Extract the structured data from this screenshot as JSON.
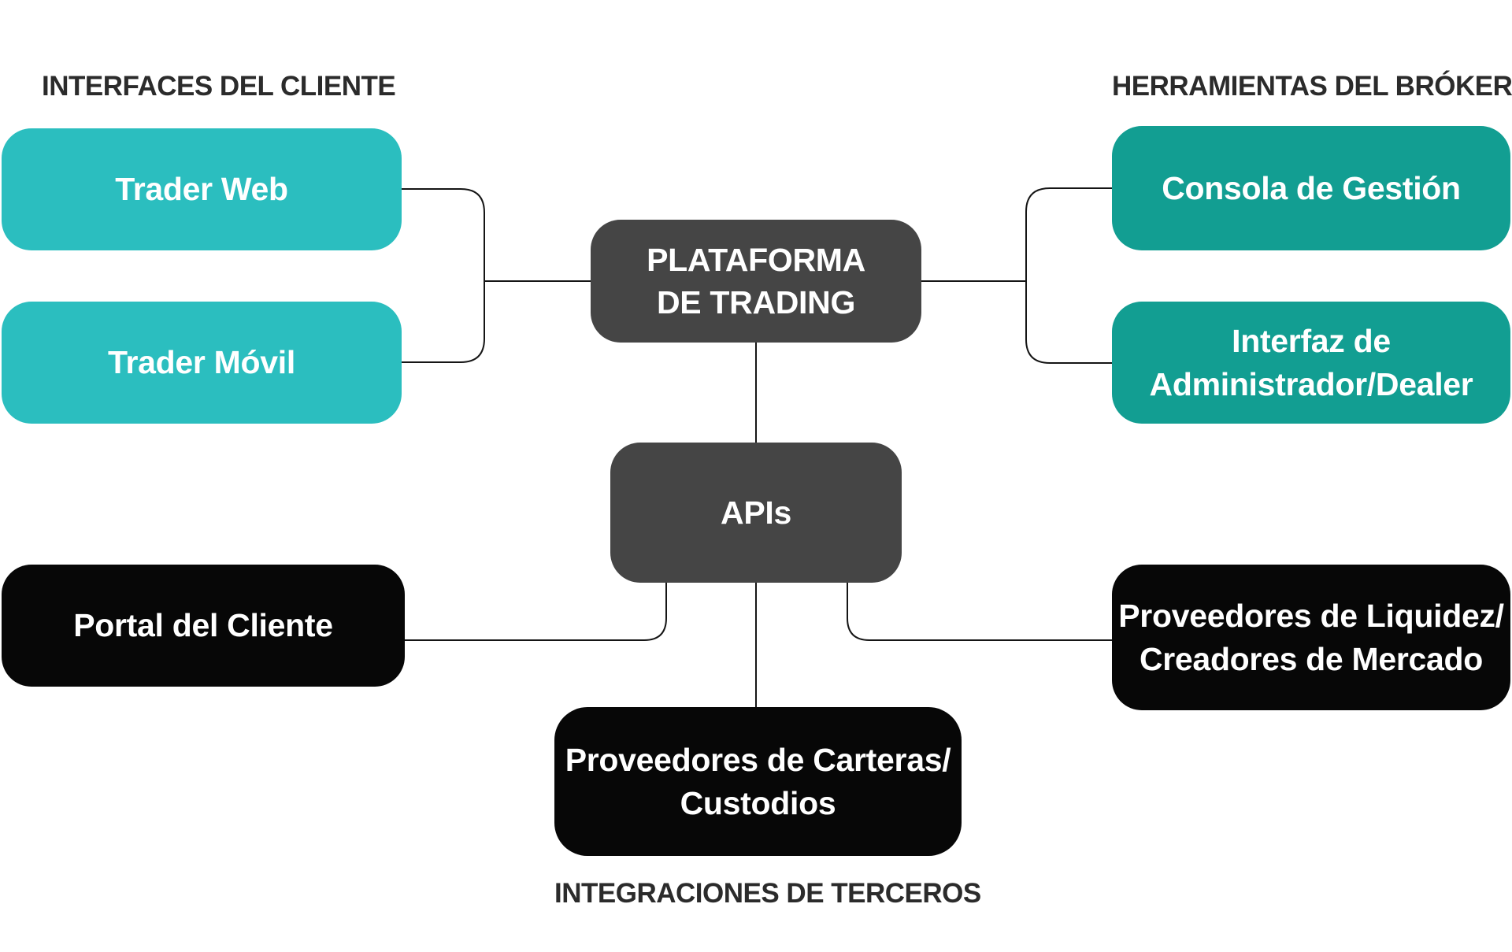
{
  "palette": {
    "client_interface_fill": "#2BBEBF",
    "broker_tool_fill": "#129E92",
    "platform_fill": "#454545",
    "integration_fill": "#070707",
    "node_text": "#FFFFFF",
    "section_label_text": "#2B2B2B",
    "connector_stroke": "#151515",
    "background": "#FFFFFF"
  },
  "section_labels": {
    "client_interfaces": "INTERFACES DEL CLIENTE",
    "broker_tools": "HERRAMIENTAS DEL BRÓKER",
    "third_party_integrations": "INTEGRACIONES DE TERCEROS"
  },
  "nodes": {
    "trader_web": "Trader Web",
    "trader_movil": "Trader Móvil",
    "trading_platform": "PLATAFORMA\nDE TRADING",
    "management_console": "Consola de Gestión",
    "admin_dealer_interface": "Interfaz de\nAdministrador/Dealer",
    "apis": "APIs",
    "client_portal": "Portal del Cliente",
    "liquidity_providers": "Proveedores de Liquidez/\nCreadores de Mercado",
    "wallet_providers": "Proveedores de Carteras/\nCustodios"
  }
}
